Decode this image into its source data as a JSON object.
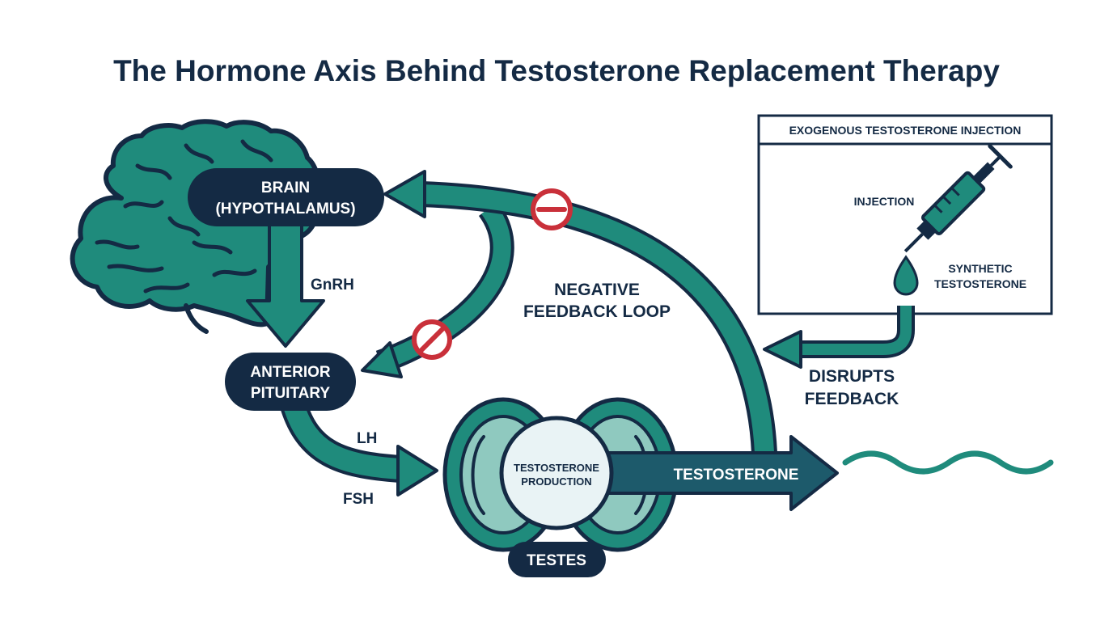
{
  "title": "The Hormone Axis Behind Testosterone Replacement Therapy",
  "nodes": {
    "brain_line1": "BRAIN",
    "brain_line2": "(HYPOTHALAMUS)",
    "pituitary_line1": "ANTERIOR",
    "pituitary_line2": "PITUITARY",
    "testes": "TESTES",
    "production_line1": "TESTOSTERONE",
    "production_line2": "PRODUCTION"
  },
  "signals": {
    "gnrh": "GnRH",
    "lh": "LH",
    "fsh": "FSH",
    "testosterone": "TESTOSTERONE"
  },
  "feedback": {
    "line1": "NEGATIVE",
    "line2": "FEEDBACK LOOP"
  },
  "inset": {
    "header": "EXOGENOUS TESTOSTERONE INJECTION",
    "injection": "INJECTION",
    "synthetic_line1": "SYNTHETIC",
    "synthetic_line2": "TESTOSTERONE"
  },
  "disrupts": {
    "line1": "DISRUPTS",
    "line2": "FEEDBACK"
  },
  "icons": [
    "brain-icon",
    "syringe-icon",
    "drop-icon",
    "inhibit-icon",
    "testes-icon",
    "wave-icon"
  ],
  "colors": {
    "teal": "#1f8b7c",
    "dark_outline": "#142a44",
    "navy": "#142a44",
    "inhibit_red": "#c9303a",
    "light_teal": "#8fc9bf",
    "pale": "#e9f3f5"
  }
}
